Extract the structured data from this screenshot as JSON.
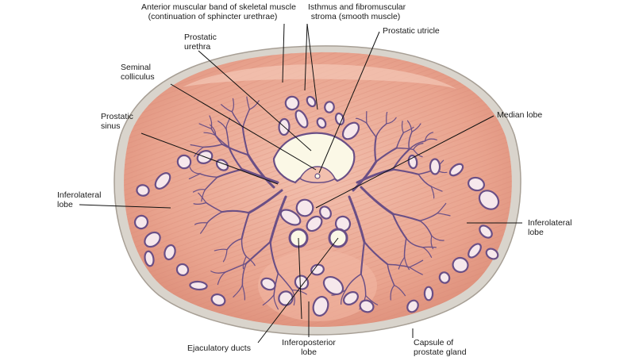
{
  "labels": {
    "anterior_band": [
      "Anterior muscular band of skeletal muscle",
      "(continuation of sphincter urethrae)"
    ],
    "isthmus": [
      "Isthmus and fibromuscular",
      "stroma (smooth muscle)"
    ],
    "prostatic_utricle": [
      "Prostatic utricle"
    ],
    "prostatic_urethra": [
      "Prostatic",
      "urethra"
    ],
    "seminal_colliculus": [
      "Seminal",
      "colliculus"
    ],
    "prostatic_sinus": [
      "Prostatic",
      "sinus"
    ],
    "median_lobe": [
      "Median lobe"
    ],
    "inferolateral_left": [
      "Inferolateral",
      "lobe"
    ],
    "inferolateral_right": [
      "Inferolateral",
      "lobe"
    ],
    "ejaculatory_ducts": [
      "Ejaculatory ducts"
    ],
    "inferoposterior": [
      "Inferoposterior",
      "lobe"
    ],
    "capsule": [
      "Capsule of",
      "prostate gland"
    ]
  },
  "colors": {
    "capsule": "#d9d4cc",
    "stroma": "#e8a08c",
    "stroma_light": "#f1b8a6",
    "gland_outline": "#6a4f86",
    "gland_fill": "#f6e8ec",
    "urethra": "#fbf8e6",
    "leader": "#111111"
  }
}
